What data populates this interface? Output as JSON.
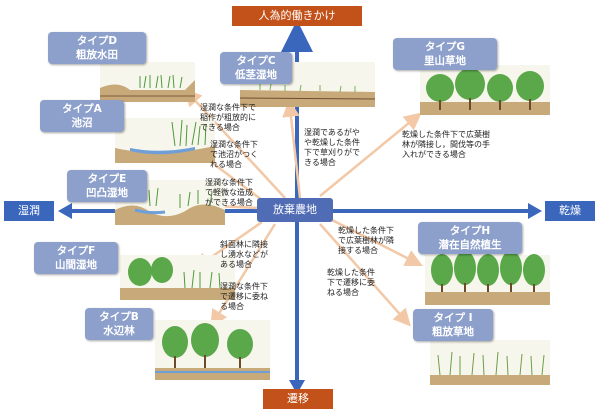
{
  "axes": {
    "top": "人為的働きかけ",
    "bottom": "遷移",
    "left": "湿潤",
    "right": "乾燥"
  },
  "center": "放棄農地",
  "types": [
    {
      "id": "d",
      "code": "タイプD",
      "name": "粗放水田"
    },
    {
      "id": "c",
      "code": "タイプC",
      "name": "低茎湿地"
    },
    {
      "id": "g",
      "code": "タイプG",
      "name": "里山草地"
    },
    {
      "id": "a",
      "code": "タイプA",
      "name": "池沼"
    },
    {
      "id": "e",
      "code": "タイプE",
      "name": "凹凸湿地"
    },
    {
      "id": "f",
      "code": "タイプF",
      "name": "山間湿地"
    },
    {
      "id": "b",
      "code": "タイプB",
      "name": "水辺林"
    },
    {
      "id": "h",
      "code": "タイプH",
      "name": "潜在自然植生"
    },
    {
      "id": "i",
      "code": "タイプ I",
      "name": "粗放草地"
    }
  ],
  "conditions": [
    {
      "id": "d",
      "text": "湿潤な条件下で\n稲作が粗放的に\nできる場合"
    },
    {
      "id": "c",
      "text": "湿潤であるがや\nや乾燥した条件\n下で草刈りがで\nきる場合"
    },
    {
      "id": "g",
      "text": "乾燥した条件下で広葉樹\n林が隣接し，間伐等の手\n入れができる場合"
    },
    {
      "id": "a",
      "text": "湿潤な条件下\nで池沼がつく\nれる場合"
    },
    {
      "id": "e",
      "text": "湿潤な条件下\nで軽微な造成\nができる場合"
    },
    {
      "id": "h",
      "text": "乾燥した条件下\nで広葉樹林が隣\n接する場合"
    },
    {
      "id": "f",
      "text": "斜面林に隣接\nし湧水などが\nある場合"
    },
    {
      "id": "i",
      "text": "乾燥した条件\n下で遷移に委\nねる場合"
    },
    {
      "id": "b",
      "text": "湿潤な条件下\nで遷移に委ね\nる場合"
    }
  ],
  "colors": {
    "axis_blue": "#3a66bb",
    "axis_end": "#c2521a",
    "type_label": "#8da0cc",
    "center": "#4f6cb5",
    "arrow": "#f2c8a6"
  }
}
